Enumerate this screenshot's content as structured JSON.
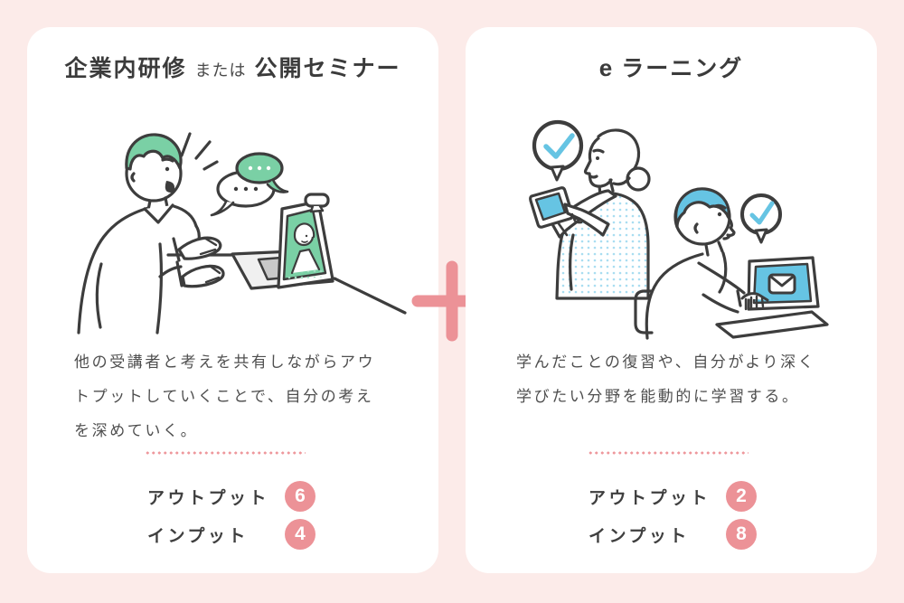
{
  "palette": {
    "background": "#fcebe9",
    "card": "#ffffff",
    "accent_pink": "#ec9297",
    "accent_green": "#7ad0a5",
    "accent_blue": "#66c4e3",
    "line_art": "#3d3d3d",
    "text": "#4f4f4f"
  },
  "left_card": {
    "title": {
      "bold_1": "企業内研修",
      "connector": "または",
      "bold_2": "公開セミナー"
    },
    "description_lines": [
      "他の受講者と考えを共有しながらアウ",
      "トプットしていくことで、自分の考え",
      "を深めていく。"
    ],
    "stats": [
      {
        "label": "アウトプット",
        "value": "6"
      },
      {
        "label": "インプット",
        "value": "4"
      }
    ]
  },
  "right_card": {
    "title": {
      "latin": "e",
      "rest": "ラーニング"
    },
    "description_lines": [
      "学んだことの復習や、自分がより深く",
      "学びたい分野を能動的に学習する。"
    ],
    "stats": [
      {
        "label": "アウトプット",
        "value": "2"
      },
      {
        "label": "インプット",
        "value": "8"
      }
    ]
  },
  "illustrations": {
    "left": "instructor-video-call-illustration",
    "right": "learners-elearning-illustration"
  }
}
